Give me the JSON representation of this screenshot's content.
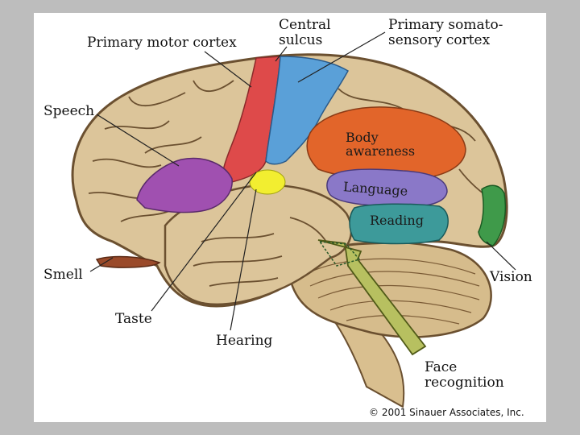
{
  "labels": {
    "central_sulcus_line1": "Central",
    "central_sulcus_line2": "sulcus",
    "primary_motor_cortex": "Primary motor cortex",
    "somatosensory_line1": "Primary somato-",
    "somatosensory_line2": "sensory cortex",
    "speech": "Speech",
    "smell": "Smell",
    "taste": "Taste",
    "hearing": "Hearing",
    "vision": "Vision",
    "face_line1": "Face",
    "face_line2": "recognition"
  },
  "regions": {
    "body_line1": "Body",
    "body_line2": "awareness",
    "language": "Language",
    "reading": "Reading"
  },
  "copyright": "© 2001 Sinauer Associates, Inc.",
  "colors": {
    "brain_tan": "#dcc59a",
    "fold_line": "#6b5030",
    "motor_red": "#de4a4a",
    "somatosensory_blue": "#5aa0d8",
    "body_orange": "#e2652a",
    "language_purple": "#8a78c8",
    "reading_teal": "#3d9a9a",
    "vision_green": "#3f9a4a",
    "speech_purple": "#a050b0",
    "hearing_yellow": "#f2ee30",
    "smell_brown": "#9a4a2a",
    "face_olive": "#b7c060"
  }
}
